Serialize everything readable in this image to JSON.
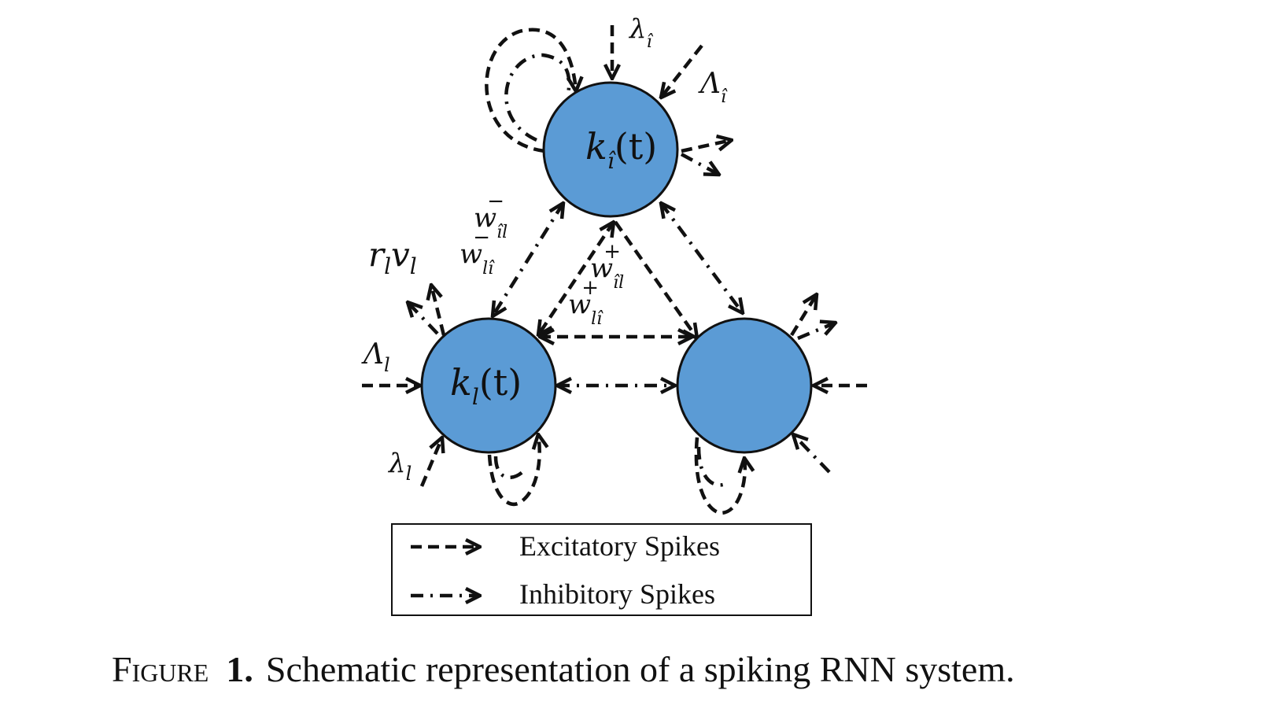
{
  "nodes": {
    "top": {
      "label_base": "k",
      "label_sub": "î",
      "label_arg": "(t)"
    },
    "left": {
      "label_base": "k",
      "label_sub": "l",
      "label_arg": "(t)"
    },
    "right": {
      "label_base": "",
      "label_sub": "",
      "label_arg": ""
    }
  },
  "labels": {
    "lambda_hat": {
      "base": "λ",
      "sub": "î"
    },
    "Lambda_hat": {
      "base": "Λ",
      "sub": "î"
    },
    "w_minus_hat_l": {
      "base": "w",
      "sub": "îl",
      "sup": "−"
    },
    "w_minus_l_hat": {
      "base": "w",
      "sub": "lî",
      "sup": "−"
    },
    "w_plus_hat_l": {
      "base": "w",
      "sub": "îl",
      "sup": "+"
    },
    "w_plus_l_hat": {
      "base": "w",
      "sub": "lî",
      "sup": "+"
    },
    "r_v": {
      "r": "r",
      "r_sub": "l",
      "v": "v",
      "v_sub": "l"
    },
    "Lambda_l": {
      "base": "Λ",
      "sub": "l"
    },
    "lambda_l": {
      "base": "λ",
      "sub": "l"
    }
  },
  "legend": {
    "excitatory": "Excitatory Spikes",
    "inhibitory": "Inhibitory Spikes"
  },
  "caption": {
    "prefix": "Figure",
    "number": "1.",
    "text": "Schematic representation of a spiking RNN system."
  }
}
